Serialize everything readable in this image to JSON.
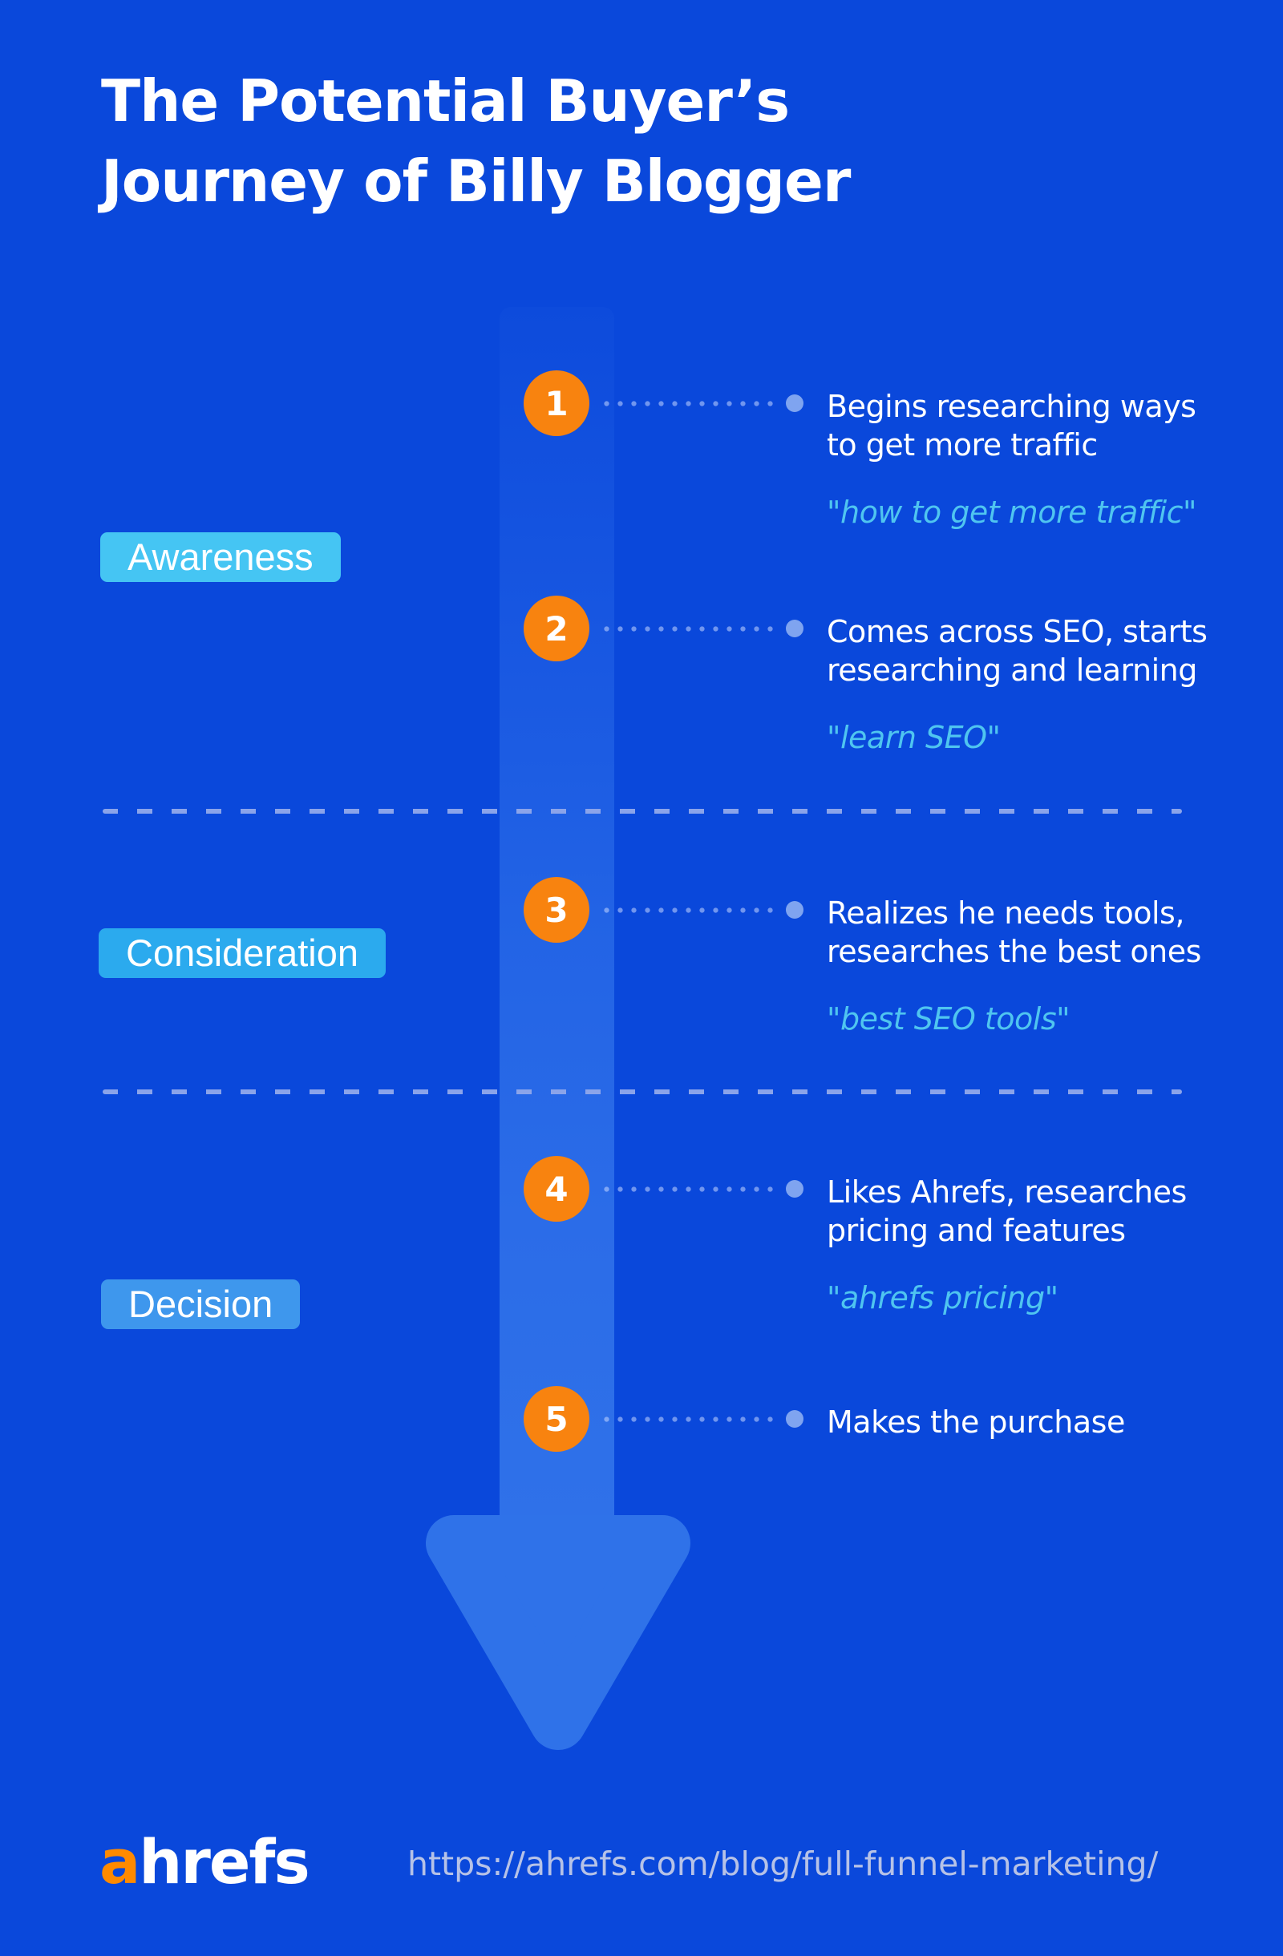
{
  "page": {
    "background_color": "#0A48DB"
  },
  "header": {
    "title_line1": "The Potential Buyer’s",
    "title_line2": "Journey of Billy Blogger"
  },
  "funnel": {
    "stages": [
      {
        "label": "Awareness",
        "color": "#45C5F3"
      },
      {
        "label": "Consideration",
        "color": "#2BAAEE"
      },
      {
        "label": "Decision",
        "color": "#3E97ED"
      }
    ],
    "steps": [
      {
        "number": "1",
        "text_line1": "Begins researching ways",
        "text_line2": "to get more traffic",
        "query": "\"how to get more traffic\""
      },
      {
        "number": "2",
        "text_line1": "Comes across SEO, starts",
        "text_line2": "researching and learning",
        "query": "\"learn SEO\""
      },
      {
        "number": "3",
        "text_line1": "Realizes he needs tools,",
        "text_line2": "researches the best ones",
        "query": "\"best SEO tools\""
      },
      {
        "number": "4",
        "text_line1": "Likes Ahrefs, researches",
        "text_line2": "pricing and features",
        "query": "\"ahrefs pricing\""
      },
      {
        "number": "5",
        "text_line1": "Makes the purchase",
        "text_line2": "",
        "query": ""
      }
    ],
    "colors": {
      "step_circle": "#F8830F",
      "arrow_shaft_top": "#0D4BDC",
      "arrow_shaft_bottom": "#2F71E9",
      "arrow_head": "#2F72E9",
      "quote_text": "#4FC5F0",
      "leader_end_dot": "#7FA4F0",
      "divider_dash": "#8BA4EA"
    }
  },
  "footer": {
    "logo_a": "a",
    "logo_rest": "hrefs",
    "logo_a_color": "#FF8A00",
    "url": "https://ahrefs.com/blog/full-funnel-marketing/"
  }
}
